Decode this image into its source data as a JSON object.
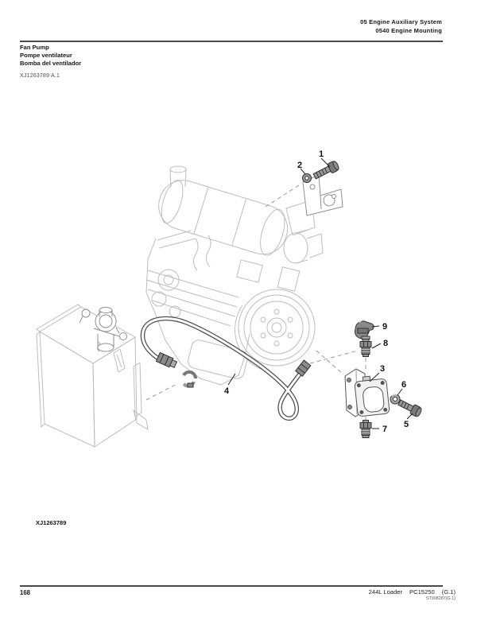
{
  "header": {
    "section": "05 Engine Auxiliary System",
    "subsection": "0540 Engine Mounting"
  },
  "title_block": {
    "title_en": "Fan Pump",
    "title_fr": "Pompe ventilateur",
    "title_es": "Bomba del ventilador",
    "figure_ref": "XJ1263789 A.1"
  },
  "figure": {
    "caption": "XJ1263789",
    "callouts": [
      "1",
      "2",
      "3",
      "4",
      "5",
      "6",
      "7",
      "8",
      "9"
    ]
  },
  "footer": {
    "page_number": "168",
    "model": "244L Loader",
    "catalog_number": "PC15250",
    "edition": "(G.1)",
    "doc_code": "ST908287(G.1)"
  },
  "colors": {
    "rule": "#4a4a4a",
    "text": "#1a1a1a",
    "muted_text": "#4d4d4d",
    "line_art": "#bdbdbd",
    "part_dark": "#4a4a4a"
  }
}
